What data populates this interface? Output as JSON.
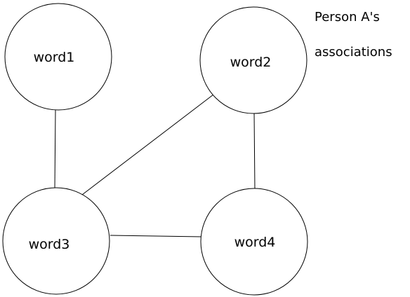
{
  "diagram": {
    "caption_line1": "Person A's",
    "caption_line2": "associations",
    "nodes": {
      "word1": "word1",
      "word2": "word2",
      "word3": "word3",
      "word4": "word4"
    },
    "edges": [
      [
        "word1",
        "word3"
      ],
      [
        "word2",
        "word3"
      ],
      [
        "word2",
        "word4"
      ],
      [
        "word3",
        "word4"
      ]
    ],
    "colors": {
      "stroke": "#000000",
      "background": "#ffffff"
    }
  }
}
